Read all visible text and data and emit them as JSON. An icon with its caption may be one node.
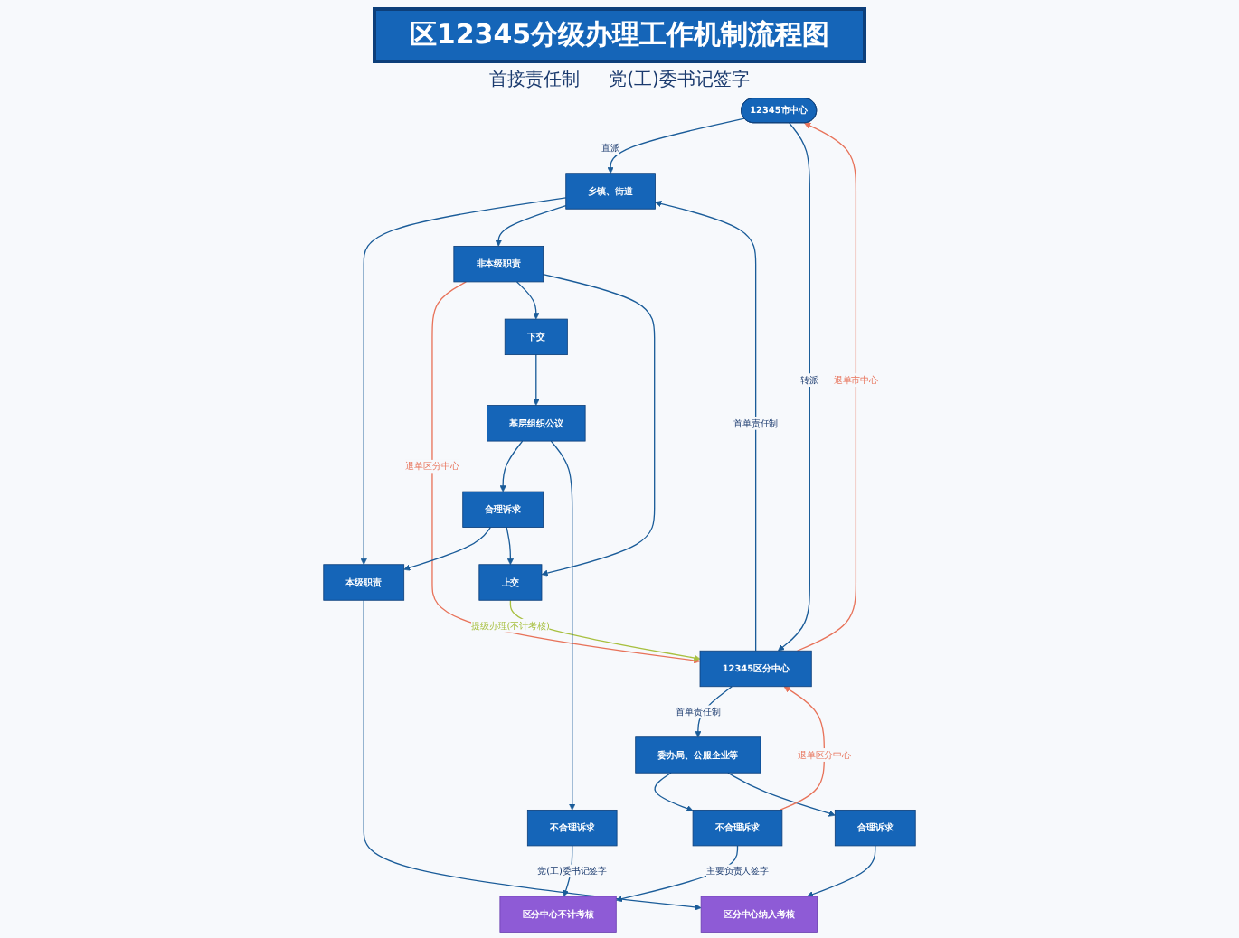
{
  "diagram": {
    "title": "区12345分级办理工作机制流程图",
    "nodes": [
      {
        "text": [
          "12345市中心"
        ]
      },
      {
        "text": [
          "12345区分中心"
        ]
      },
      {
        "text": [
          "乡镇、街道"
        ]
      },
      {
        "text": [
          "委办局、公服企业等"
        ]
      },
      {
        "text": [
          "本级职责"
        ]
      },
      {
        "text": [
          "非本级职责"
        ]
      },
      {
        "text": [
          "下交"
        ]
      },
      {
        "text": [
          "上交"
        ]
      },
      {
        "text": [
          "基层组织公议"
        ]
      },
      {
        "text": [
          "合理诉求"
        ]
      },
      {
        "text": [
          "不合理诉求"
        ]
      },
      {
        "text": [
          "不合理诉求"
        ]
      },
      {
        "text": [
          "合理诉求"
        ]
      },
      {
        "text": [
          "区分中心不计考核"
        ]
      },
      {
        "text": [
          "区分中心纳入考核"
        ]
      }
    ],
    "edges": [
      {
        "from": 0,
        "to": 2,
        "arrow": "to",
        "label": "直派"
      },
      {
        "from": 0,
        "to": 1,
        "arrow": "to",
        "label": "转派"
      },
      {
        "from": 1,
        "to": 0,
        "arrow": "to",
        "label": "退单市中心",
        "color": "#e8735a"
      },
      {
        "from": 1,
        "to": 2,
        "arrow": "to",
        "label": "首单责任制"
      },
      {
        "from": 1,
        "to": 3,
        "arrow": "to",
        "label": "首单责任制"
      },
      {
        "from": 2,
        "to": 4,
        "arrow": "to"
      },
      {
        "from": 2,
        "to": 5,
        "arrow": "to"
      },
      {
        "from": 5,
        "to": 1,
        "arrow": "to",
        "label": "退单区分中心",
        "color": "#e8735a"
      },
      {
        "from": 4,
        "to": 14,
        "arrow": "to"
      },
      {
        "from": 5,
        "to": 6,
        "arrow": "to"
      },
      {
        "from": 5,
        "to": 7,
        "arrow": "to"
      },
      {
        "from": 7,
        "to": 1,
        "arrow": "to",
        "label": "提级办理(不计考核)",
        "color": "#a8c040"
      },
      {
        "from": 6,
        "to": 8,
        "arrow": "to"
      },
      {
        "from": 8,
        "to": 9,
        "arrow": "to"
      },
      {
        "from": 8,
        "to": 10,
        "arrow": "to"
      },
      {
        "from": 9,
        "to": 4,
        "arrow": "to"
      },
      {
        "from": 9,
        "to": 7,
        "arrow": "to"
      },
      {
        "from": 10,
        "to": 13,
        "arrow": "to",
        "label": "党(工)委书记签字"
      },
      {
        "from": 3,
        "to": 11,
        "arrow": "to"
      },
      {
        "from": 3,
        "to": 12,
        "arrow": "to"
      },
      {
        "from": 11,
        "to": 1,
        "arrow": "to",
        "label": "退单区分中心",
        "color": "#e8735a"
      },
      {
        "from": 11,
        "to": 13,
        "arrow": "to",
        "label": "主要负责人签字"
      },
      {
        "from": 12,
        "to": 14,
        "arrow": "to"
      }
    ],
    "labels": [
      "首接责任制",
      "党(工)委书记签字"
    ]
  }
}
